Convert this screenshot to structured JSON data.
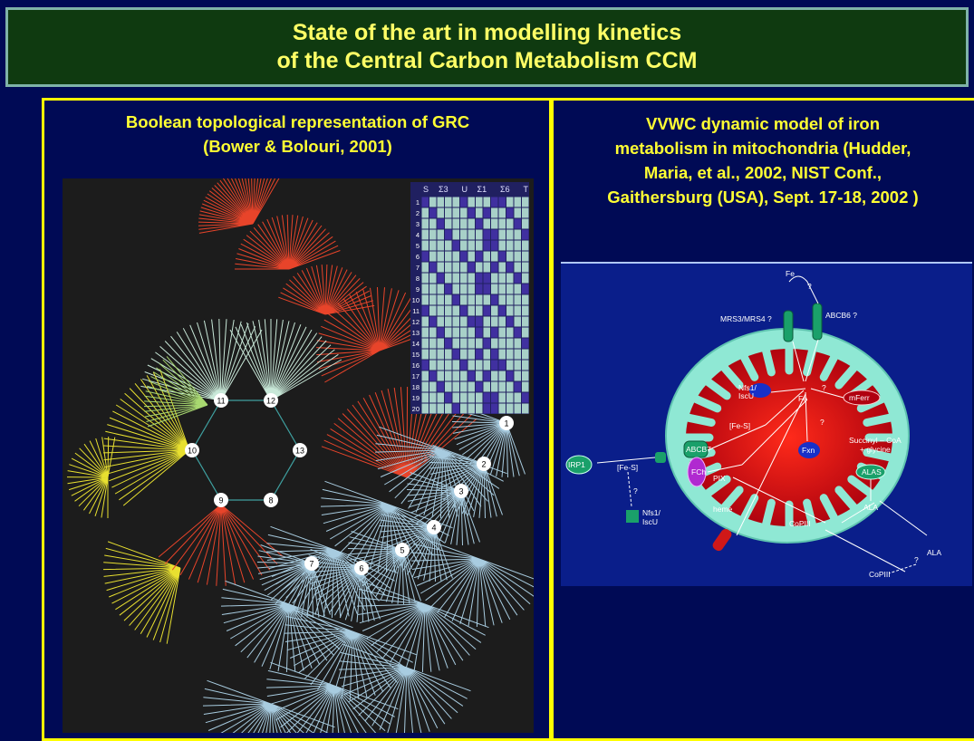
{
  "header": {
    "line1": "State of the art in  modelling kinetics",
    "line2": "of the Central Carbon Metabolism CCM"
  },
  "left": {
    "title1": "Boolean topological representation of GRC",
    "title2": "(Bower & Bolouri,  2001)",
    "matrix_headers": [
      "S",
      "Σ3",
      "U",
      "Σ1",
      "Σ6",
      "T"
    ],
    "matrix_rows": [
      "1",
      "2",
      "3",
      "4",
      "5",
      "6",
      "7",
      "8",
      "9",
      "10",
      "11",
      "12",
      "13",
      "14",
      "15",
      "16",
      "17",
      "18",
      "19",
      "20"
    ],
    "hub_nodes": [
      "8",
      "9",
      "10",
      "11",
      "12",
      "13"
    ],
    "chain_nodes": [
      "1",
      "2",
      "3",
      "4",
      "5",
      "6",
      "7"
    ]
  },
  "right": {
    "title_lines": [
      "VVWC dynamic model of iron",
      "metabolism in mitochondria (Hudder,",
      "Maria, et al., 2002, NIST Conf.,",
      "Gaithersburg (USA), Sept. 17-18, 2002 )"
    ],
    "labels": {
      "fe_top": "Fe",
      "q1": "?",
      "mrs": "MRS3/MRS4 ?",
      "abcb6": "ABCB6 ?",
      "nfs_in": "Nfs1/",
      "iscu_in": "IscU",
      "fe_center": "Fe",
      "q2": "?",
      "mferr": "mFerr",
      "fes_in": "[Fe-S]",
      "q3": "?",
      "fxn": "Fxn",
      "succ1": "Succinyl – CoA",
      "succ2": "+ glycine",
      "alas": "ALAS",
      "abcb7": "ABCB7",
      "irp1": "IRP1",
      "fes_out": "[Fe-S]",
      "fch": "FCh",
      "pix": "PIX",
      "q4": "?",
      "nfs_out": "Nfs1/",
      "iscu_out": "IscU",
      "heme": "heme",
      "ala_in": "ALA",
      "copiii_in": "CoPIII",
      "ala_out": "ALA",
      "copiii_out": "CoPIII",
      "q5": "?"
    }
  }
}
